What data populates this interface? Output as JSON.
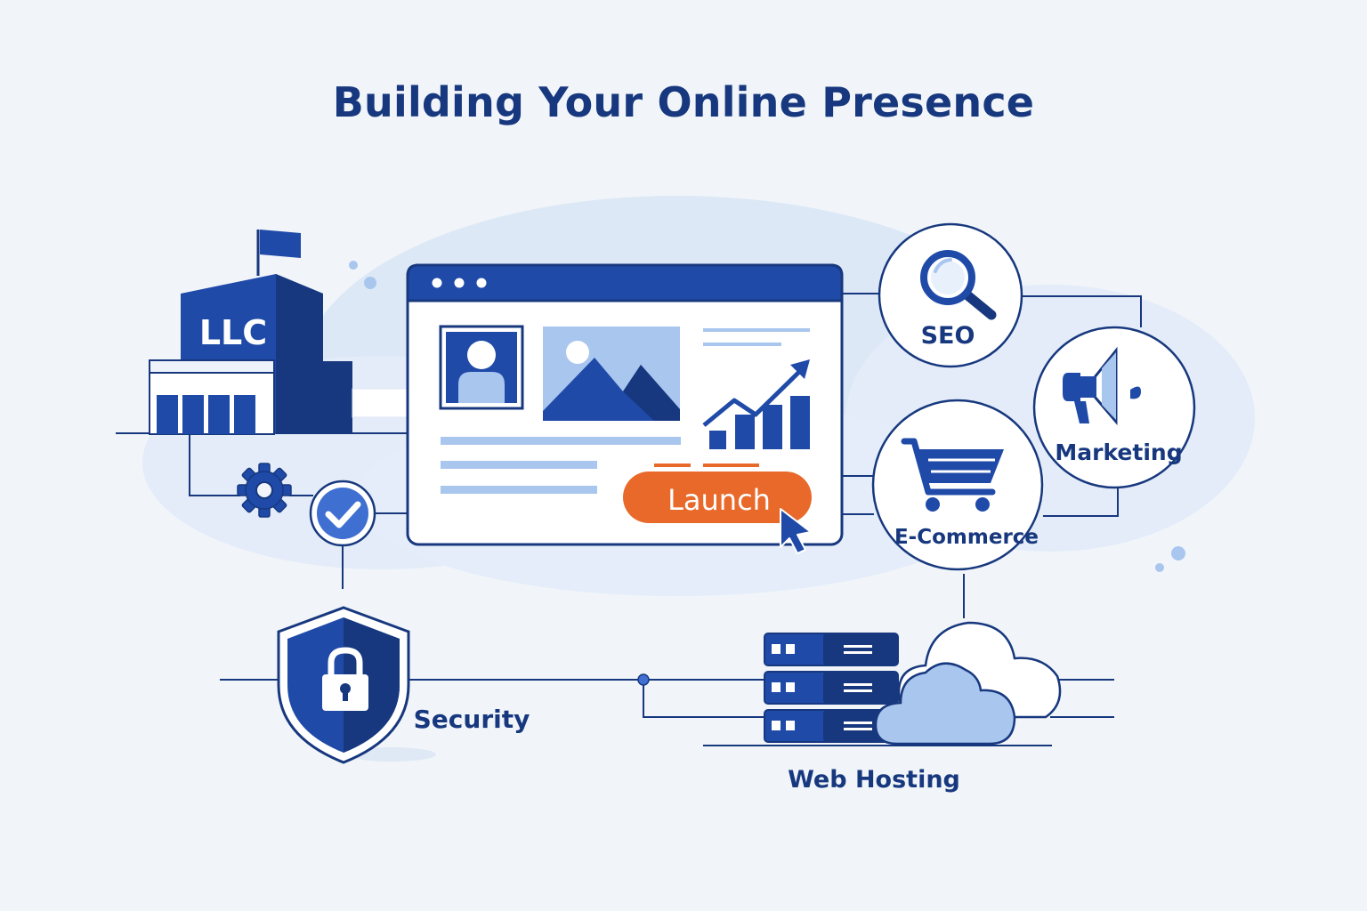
{
  "title": "Building Your Online Presence",
  "company": {
    "sign": "LLC"
  },
  "browser": {
    "launch_label": "Launch"
  },
  "services": {
    "seo": "SEO",
    "marketing": "Marketing",
    "ecommerce": "E-Commerce",
    "security": "Security",
    "hosting": "Web Hosting"
  },
  "colors": {
    "primary": "#1f4aa8",
    "dark": "#17387e",
    "light": "#a9c6ee",
    "accent": "#e8692a",
    "background": "#f1f5fa"
  }
}
